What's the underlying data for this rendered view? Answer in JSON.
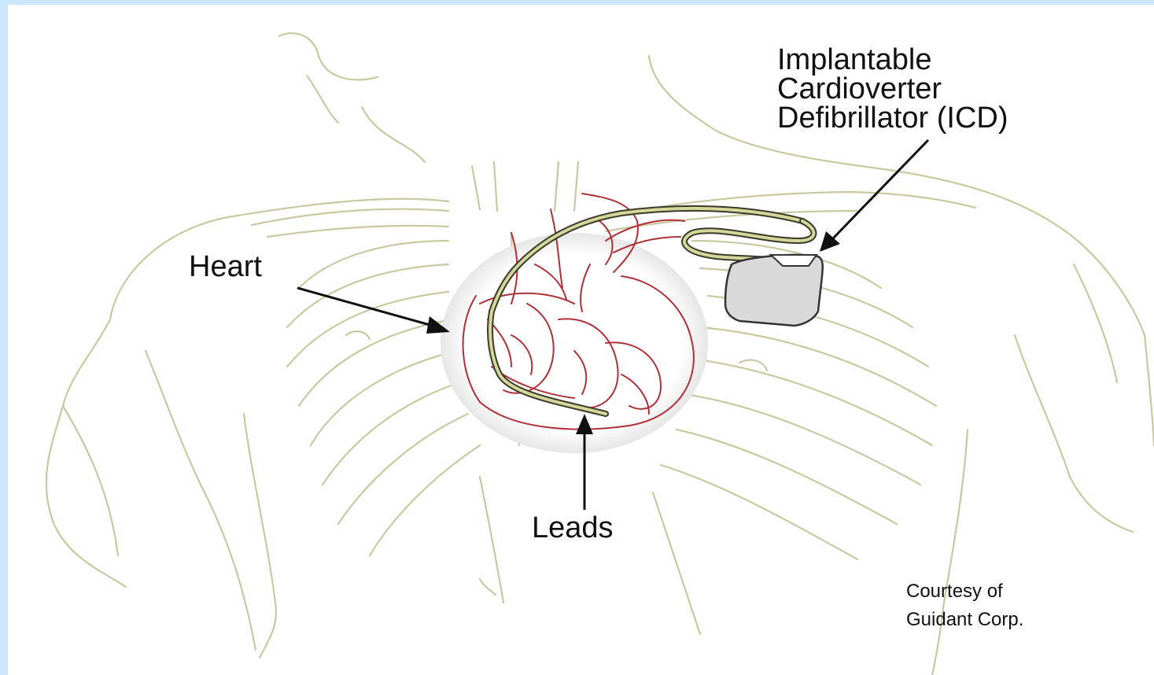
{
  "labels": {
    "heart": "Heart",
    "icd_line1": "Implantable",
    "icd_line2": "Cardioverter",
    "icd_line3": "Defibrillator (ICD)",
    "leads": "Leads",
    "courtesy_line1": "Courtesy of",
    "courtesy_line2": "Guidant Corp."
  },
  "colors": {
    "background_frame": "#cce6ff",
    "panel": "#ffffff",
    "body_outline": "#c8c9a0",
    "heart_outline": "#b03038",
    "lead_wire": "#a6a86a",
    "device_fill": "#d9d9d9",
    "arrow": "#111111"
  }
}
